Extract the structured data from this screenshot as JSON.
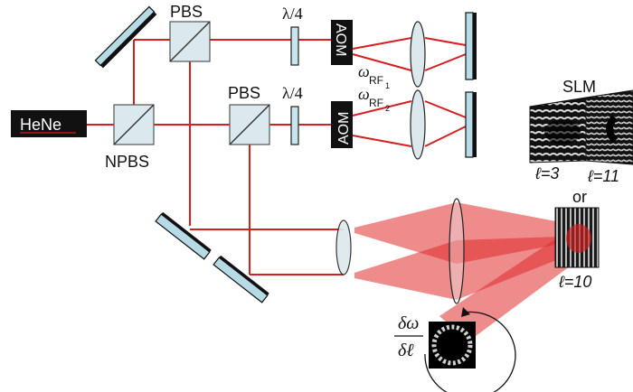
{
  "labels": {
    "hene": "HeNe",
    "npbs": "NPBS",
    "pbs_top": "PBS",
    "pbs_mid": "PBS",
    "lambda_top": "λ/4",
    "lambda_mid": "λ/4",
    "aom_top": "AOM",
    "aom_mid": "AOM",
    "omega": "ω",
    "rf1": "RF",
    "rf1_sub": "1",
    "rf2": "RF",
    "rf2_sub": "2",
    "slm": "SLM",
    "ell3": "ℓ=3",
    "ell11": "ℓ=11",
    "or": "or",
    "ell10": "ℓ=10",
    "dw": "δω",
    "dl": "δℓ"
  },
  "colors": {
    "beam": "#d42020",
    "beam_fill": "#e83a3a",
    "optic_fill": "#c8e4ec",
    "mirror_fill": "#b7dbe6",
    "dark": "#111111"
  }
}
